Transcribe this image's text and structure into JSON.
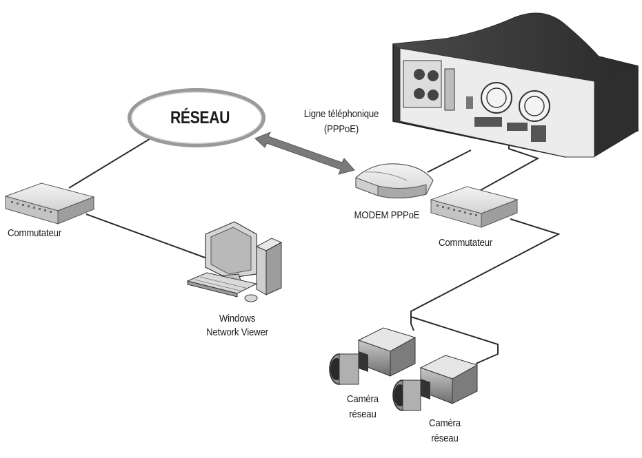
{
  "network": {
    "label": "RÉSEAU"
  },
  "link": {
    "label_line1": "Ligne téléphonique",
    "label_line2": "(PPPoE)"
  },
  "modem": {
    "label": "MODEM PPPoE"
  },
  "switch_left": {
    "label": "Commutateur"
  },
  "switch_right": {
    "label": "Commutateur"
  },
  "viewer": {
    "label_line1": "Windows",
    "label_line2": "Network Viewer"
  },
  "camera_1": {
    "label_line1": "Caméra",
    "label_line2": "réseau"
  },
  "camera_2": {
    "label_line1": "Caméra",
    "label_line2": "réseau"
  }
}
